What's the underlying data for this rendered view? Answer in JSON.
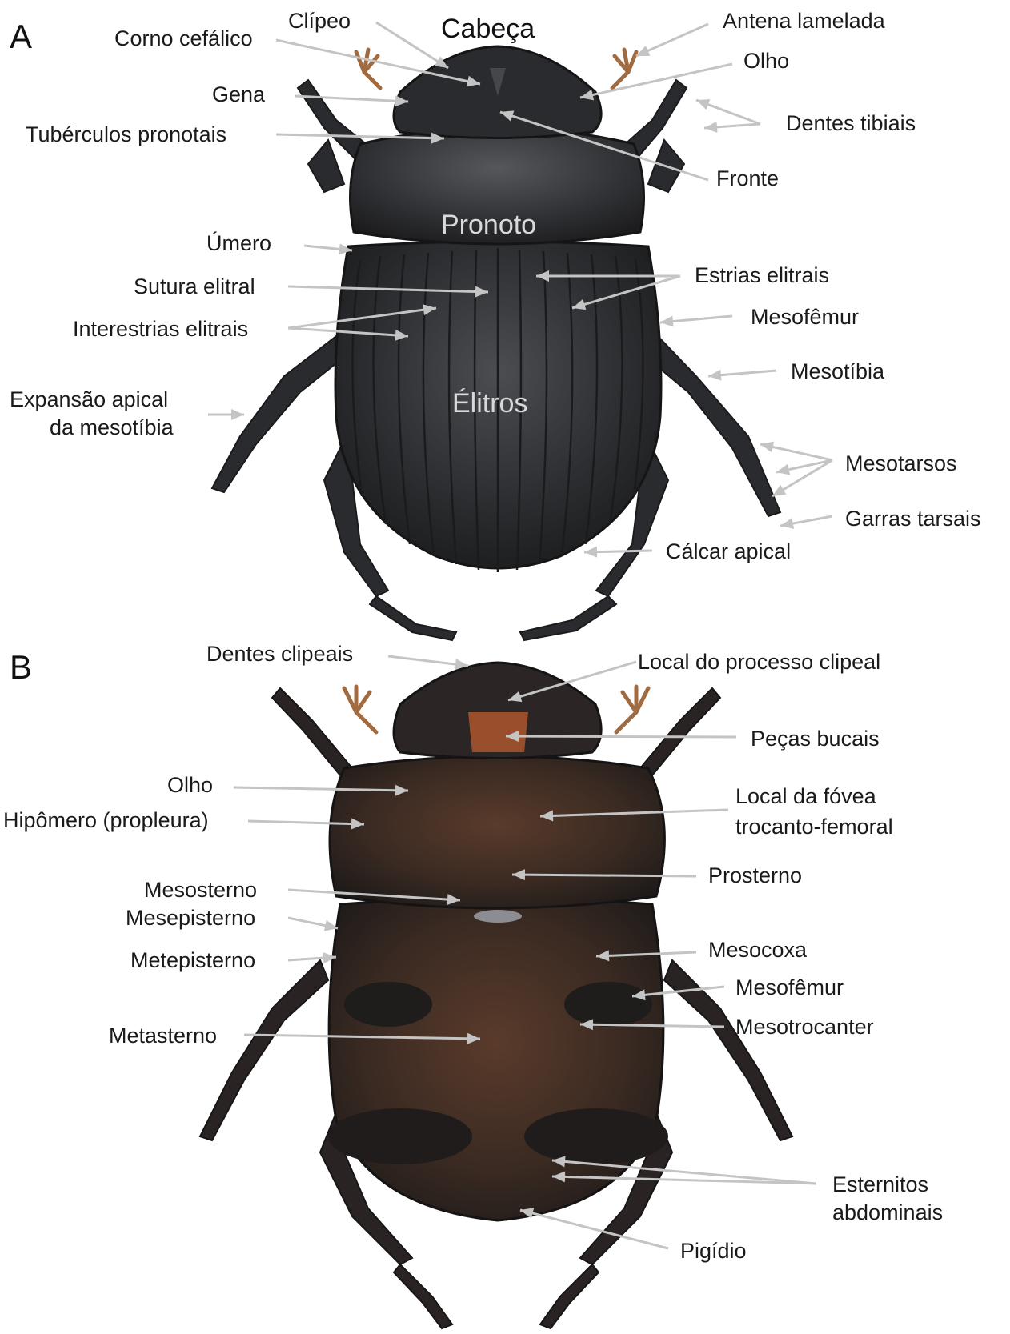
{
  "colors": {
    "body": "#2d2e31",
    "body_dark": "#1c1c1e",
    "highlight": "#5b5d62",
    "ventral_brown": "#4a3226",
    "mouthparts": "#9a4f2c",
    "antenna": "#a06b40",
    "pointer": "#c4c4c4",
    "text": "#1a1a1a"
  },
  "panels": {
    "a": "A",
    "b": "B"
  },
  "a": {
    "cabeca": "Cabeça",
    "pronoto": "Pronoto",
    "elitros": "Élitros",
    "clipeo": "Clípeo",
    "corno_cefalico": "Corno cefálico",
    "antena_lamelada": "Antena lamelada",
    "olho": "Olho",
    "gena": "Gena",
    "dentes_tibiais": "Dentes tibiais",
    "tuberculos_pronotais": "Tubérculos pronotais",
    "fronte": "Fronte",
    "umero": "Úmero",
    "sutura_elitral": "Sutura elitral",
    "estrias_elitrais": "Estrias elitrais",
    "interestrias_elitrais": "Interestrias elitrais",
    "mesofemur": "Mesofêmur",
    "mesotibia": "Mesotíbia",
    "expansao_apical_1": "Expansão apical",
    "expansao_apical_2": "da mesotíbia",
    "mesotarsos": "Mesotarsos",
    "garras_tarsais": "Garras tarsais",
    "calcar_apical": "Cálcar apical"
  },
  "b": {
    "dentes_clipeais": "Dentes clipeais",
    "local_processo_clipeal": "Local do processo clipeal",
    "pecas_bucais": "Peças bucais",
    "olho": "Olho",
    "local_fovea_1": "Local da fóvea",
    "local_fovea_2": "trocanto-femoral",
    "hipomero": "Hipômero (propleura)",
    "prosterno": "Prosterno",
    "mesosterno": "Mesosterno",
    "mesepisterno": "Mesepisterno",
    "metepisterno": "Metepisterno",
    "mesocoxa": "Mesocoxa",
    "mesofemur": "Mesofêmur",
    "mesotrocanter": "Mesotrocanter",
    "metasterno": "Metasterno",
    "esternitos_1": "Esternitos",
    "esternitos_2": "abdominais",
    "pigidio": "Pigídio"
  }
}
